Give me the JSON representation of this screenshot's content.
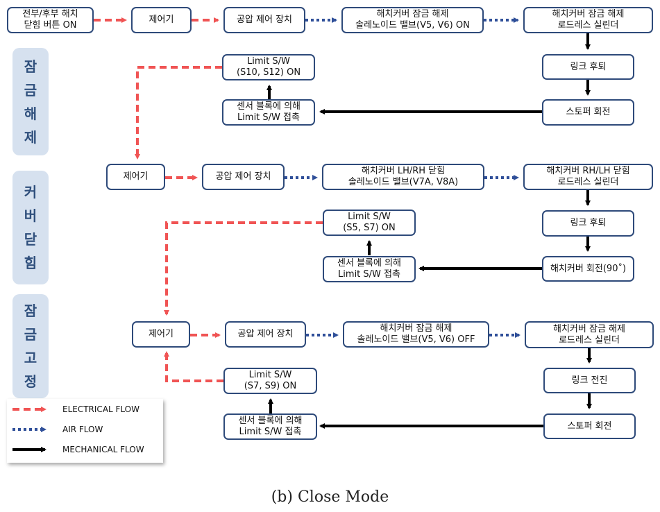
{
  "colors": {
    "electrical": "#f05454",
    "air": "#2f4f99",
    "mechanical": "#000000",
    "box_border": "#2e4a7a",
    "phase_bg": "#d6e1ef",
    "phase_text": "#2f4f7c"
  },
  "phases": [
    {
      "chars": [
        "잠",
        "금",
        "해",
        "제"
      ]
    },
    {
      "chars": [
        "커",
        "버",
        "닫",
        "힘"
      ]
    },
    {
      "chars": [
        "잠",
        "금",
        "고",
        "정"
      ]
    }
  ],
  "row1": {
    "button": [
      "전부/후부 해치",
      "닫힘 버튼 ON"
    ],
    "controller": "제어기",
    "air_control": "공압 제어 장치",
    "solenoid": [
      "해치커버 잠금 해제",
      "솔레노이드 밸브(V5, V6) ON"
    ],
    "cylinder": [
      "해치커버 잠금 해제",
      "로드레스 실린더"
    ],
    "link": "링크 후퇴",
    "stopper": "스토퍼 회전",
    "sensor": [
      "센서 블록에 의해",
      "Limit S/W 접촉"
    ],
    "limit": [
      "Limit S/W",
      "(S10, S12) ON"
    ]
  },
  "row2": {
    "controller": "제어기",
    "air_control": "공압 제어 장치",
    "solenoid": [
      "해치커버 LH/RH 닫힘",
      "솔레노이드 밸브(V7A, V8A)"
    ],
    "cylinder": [
      "해치커버 RH/LH 닫힘",
      "로드레스 실린더"
    ],
    "link": "링크 후퇴",
    "rotation": "해치커버 회전(90˚)",
    "sensor": [
      "센서 블록에 의해",
      "Limit S/W 접촉"
    ],
    "limit": [
      "Limit S/W",
      "(S5, S7) ON"
    ]
  },
  "row3": {
    "controller": "제어기",
    "air_control": "공압 제어 장치",
    "solenoid": [
      "해치커버 잠금 해제",
      "솔레노이드 밸브(V5, V6) OFF"
    ],
    "cylinder": [
      "해치커버 잠금 해제",
      "로드레스 실린더"
    ],
    "link": "링크 전진",
    "stopper": "스토퍼 회전",
    "sensor": [
      "센서 블록에 의해",
      "Limit S/W 접촉"
    ],
    "limit": [
      "Limit S/W",
      "(S7, S9) ON"
    ]
  },
  "legend": {
    "electrical": "ELECTRICAL FLOW",
    "air": "AIR FLOW",
    "mechanical": "MECHANICAL FLOW"
  },
  "caption": "(b) Close Mode"
}
